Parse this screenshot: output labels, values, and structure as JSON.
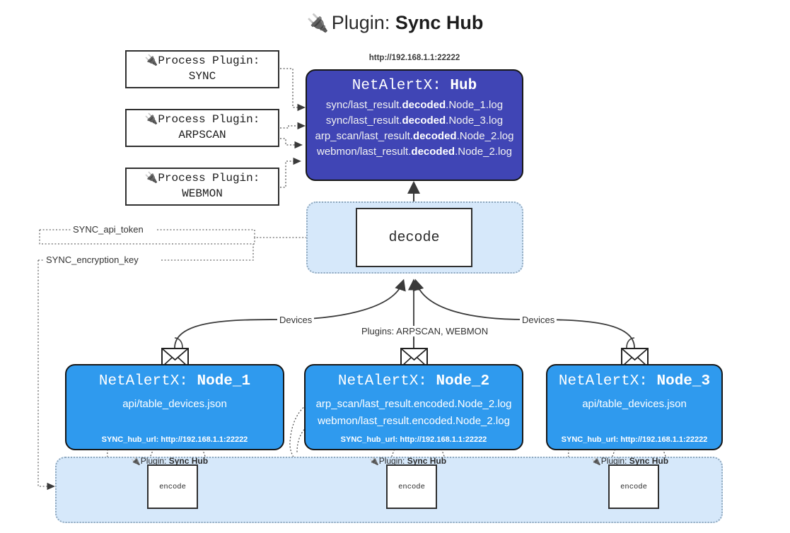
{
  "title": {
    "icon": "plug-icon",
    "prefix": "Plugin: ",
    "name": "Sync Hub"
  },
  "process_plugins": [
    {
      "icon": "plug-icon",
      "line1": "Process Plugin:",
      "line2": "SYNC"
    },
    {
      "icon": "plug-icon",
      "line1": "Process Plugin:",
      "line2": "ARPSCAN"
    },
    {
      "icon": "plug-icon",
      "line1": "Process Plugin:",
      "line2": "WEBMON"
    }
  ],
  "hub": {
    "url": "http://192.168.1.1:22222",
    "title_prefix": "NetAlertX: ",
    "title_name": "Hub",
    "lines": [
      {
        "pre": "sync/last_result.",
        "mid": "decoded",
        "post": ".Node_1.log"
      },
      {
        "pre": "sync/last_result.",
        "mid": "decoded",
        "post": ".Node_3.log"
      },
      {
        "pre": "arp_scan/last_result.",
        "mid": "decoded",
        "post": ".Node_2.log"
      },
      {
        "pre": "webmon/last_result.",
        "mid": "decoded",
        "post": ".Node_2.log"
      }
    ]
  },
  "decode": {
    "label": "decode"
  },
  "secrets": [
    {
      "label": "SYNC_api_token"
    },
    {
      "label": "SYNC_encryption_key"
    }
  ],
  "edge_labels": {
    "devices_left": "Devices",
    "plugins_center": "Plugins: ARPSCAN, WEBMON",
    "devices_right": "Devices"
  },
  "nodes": [
    {
      "title_prefix": "NetAlertX: ",
      "title_name": "Node_1",
      "lines": [
        "api/table_devices.json"
      ],
      "footer": "SYNC_hub_url: http://192.168.1.1:22222",
      "envelope_icon": "envelope-icon"
    },
    {
      "title_prefix": "NetAlertX: ",
      "title_name": "Node_2",
      "lines": [
        "arp_scan/last_result.encoded.Node_2.log",
        "webmon/last_result.encoded.Node_2.log"
      ],
      "footer": "SYNC_hub_url: http://192.168.1.1:22222",
      "envelope_icon": "envelope-icon"
    },
    {
      "title_prefix": "NetAlertX: ",
      "title_name": "Node_3",
      "lines": [
        "api/table_devices.json"
      ],
      "footer": "SYNC_hub_url: http://192.168.1.1:22222",
      "envelope_icon": "envelope-icon"
    }
  ],
  "encoders": [
    {
      "caption_prefix": "Plugin: ",
      "caption_name": "Sync Hub",
      "label": "encode",
      "icon": "plug-icon"
    },
    {
      "caption_prefix": "Plugin: ",
      "caption_name": "Sync Hub",
      "label": "encode",
      "icon": "plug-icon"
    },
    {
      "caption_prefix": "Plugin: ",
      "caption_name": "Sync Hub",
      "label": "encode",
      "icon": "plug-icon"
    }
  ],
  "colors": {
    "hub": "#4045b5",
    "node": "#2f9aee",
    "zone": "#d6e8fa",
    "zone_border": "#8ea7bd",
    "stroke": "#2f2f2f"
  }
}
